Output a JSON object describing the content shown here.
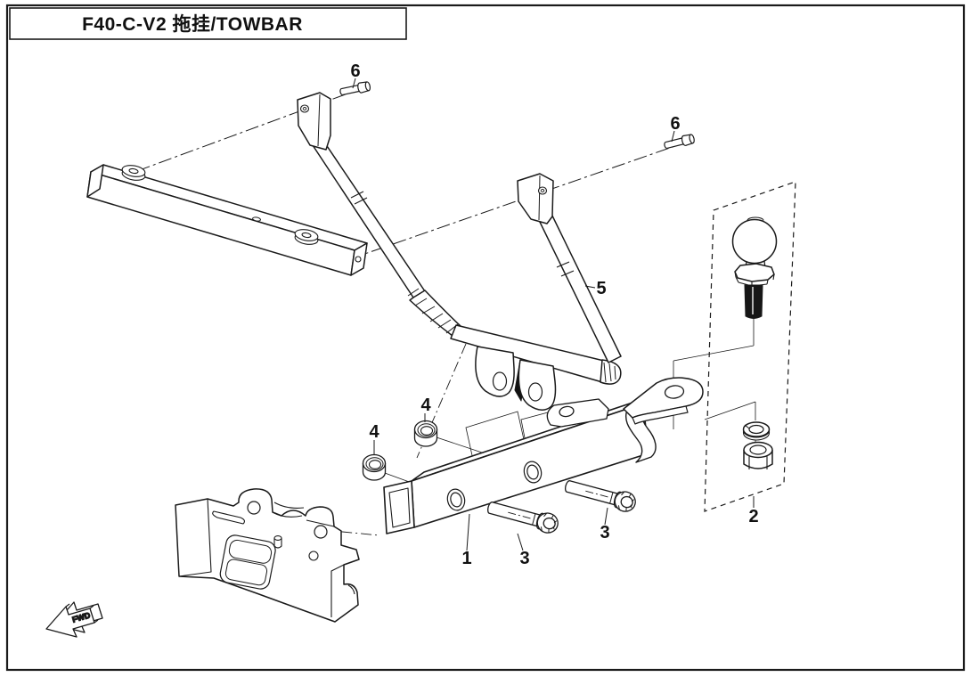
{
  "title_block": {
    "title": "F40-C-V2 拖挂/TOWBAR"
  },
  "direction_marker": {
    "label": "FWD"
  },
  "callouts": [
    {
      "id": "callout-6-left",
      "label": "6"
    },
    {
      "id": "callout-6-right",
      "label": "6"
    },
    {
      "id": "callout-5",
      "label": "5"
    },
    {
      "id": "callout-4-upper",
      "label": "4"
    },
    {
      "id": "callout-4-lower",
      "label": "4"
    },
    {
      "id": "callout-1",
      "label": "1"
    },
    {
      "id": "callout-3-left",
      "label": "3"
    },
    {
      "id": "callout-3-right",
      "label": "3"
    },
    {
      "id": "callout-2",
      "label": "2"
    }
  ],
  "colors": {
    "line": "#1a1a1a",
    "background": "#ffffff"
  }
}
